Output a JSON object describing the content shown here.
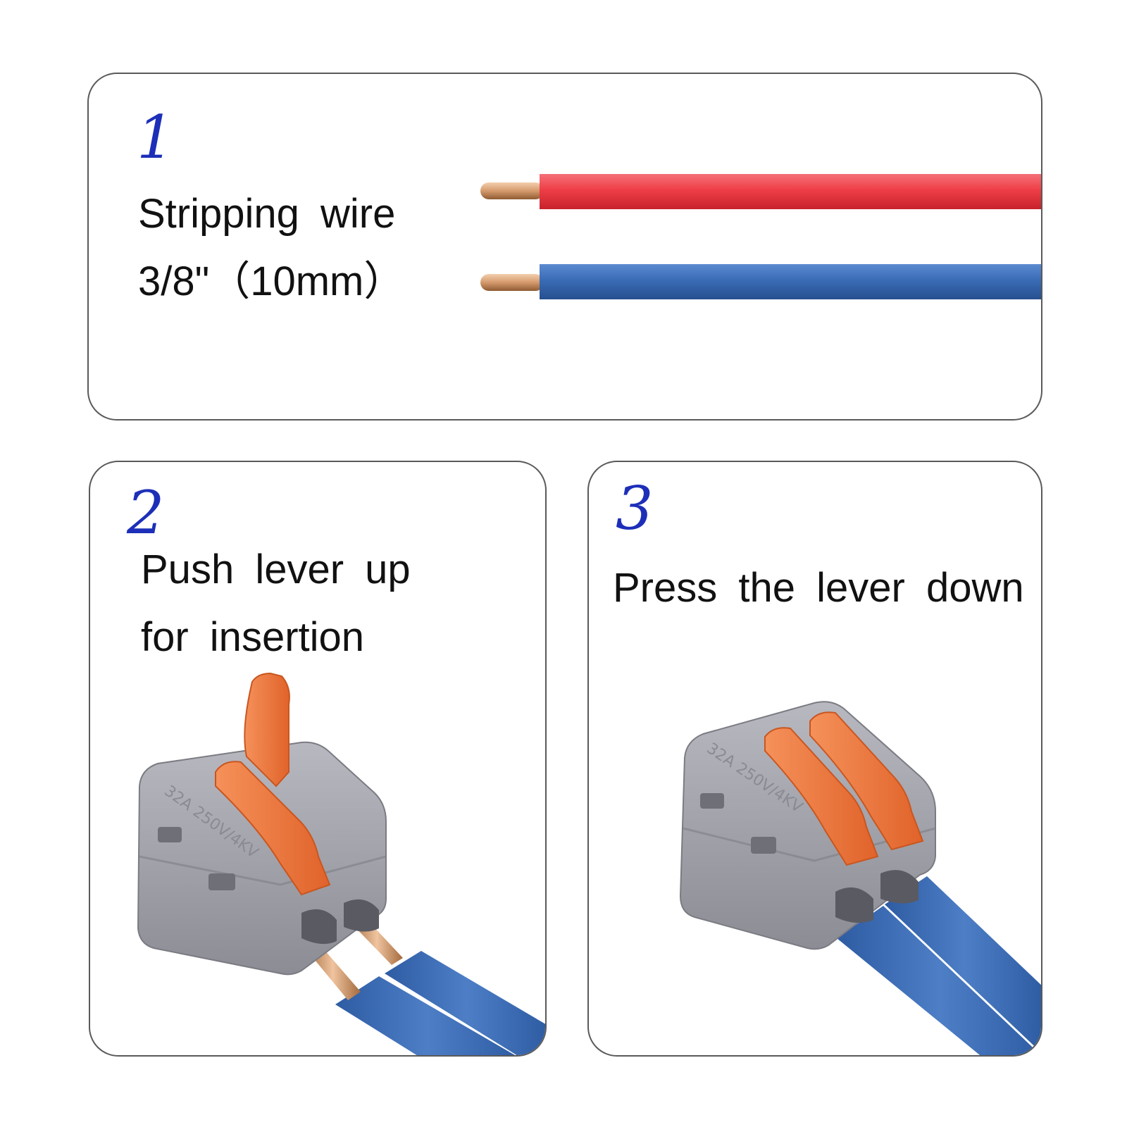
{
  "steps": [
    {
      "number": "1",
      "lines": [
        "Stripping wire",
        "3/8\"（10mm）"
      ]
    },
    {
      "number": "2",
      "lines": [
        "Push lever up",
        "for insertion"
      ]
    },
    {
      "number": "3",
      "lines": [
        "Press the lever down"
      ]
    }
  ],
  "connector_marking": "32A 250V/4KV",
  "colors": {
    "step_number": "#1d2fb8",
    "red_wire": "#ee3e47",
    "blue_wire": "#3a6cb6",
    "copper": "#d59a6c",
    "housing": "#9a9aa2",
    "lever": "#f07a3a",
    "panel_border": "#5a5a5a"
  }
}
